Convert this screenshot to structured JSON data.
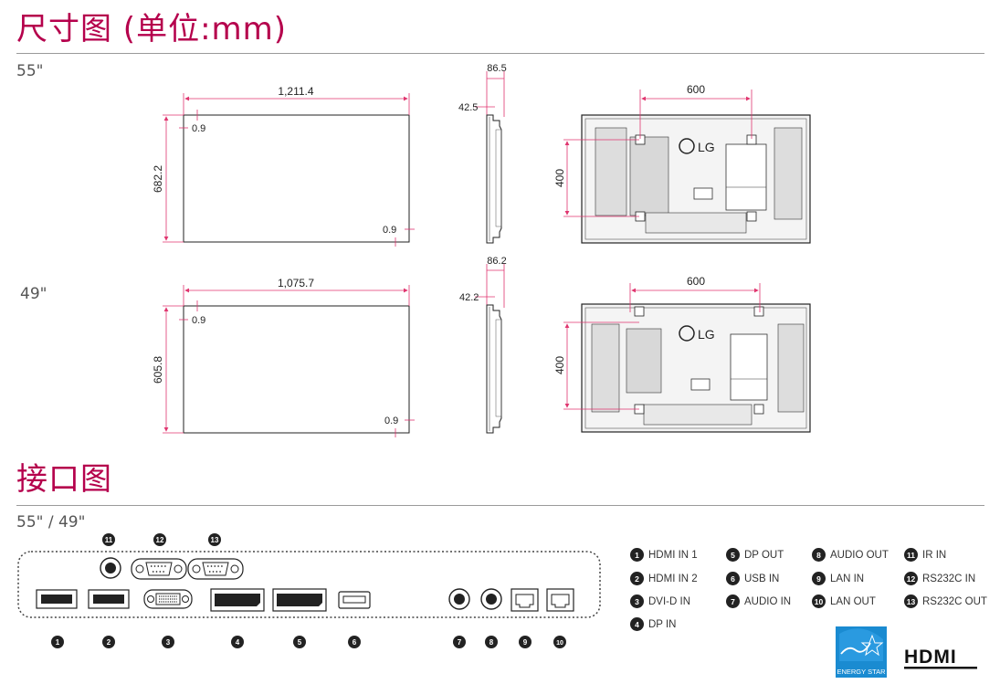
{
  "section_dimensions": {
    "title": "尺寸图 (单位:mm)"
  },
  "section_ports": {
    "title": "接口图"
  },
  "model55": {
    "label": "55\"",
    "width": "1,211.4",
    "height": "682.2",
    "bezel_top": "0.9",
    "bezel_bottom": "0.9",
    "depth_total": "86.5",
    "depth_panel": "42.5",
    "vesa_h": "600",
    "vesa_v": "400"
  },
  "model49": {
    "label": "49\"",
    "width": "1,075.7",
    "height": "605.8",
    "bezel_top": "0.9",
    "bezel_bottom": "0.9",
    "depth_total": "86.2",
    "depth_panel": "42.2",
    "vesa_h": "600",
    "vesa_v": "400"
  },
  "ports": {
    "label": "55\" / 49\"",
    "numbers": [
      "1",
      "2",
      "3",
      "4",
      "5",
      "6",
      "7",
      "8",
      "9",
      "10",
      "11",
      "12",
      "13"
    ],
    "legend": [
      {
        "n": "1",
        "text": "HDMI IN 1"
      },
      {
        "n": "2",
        "text": "HDMI IN 2"
      },
      {
        "n": "3",
        "text": "DVI-D IN"
      },
      {
        "n": "4",
        "text": "DP IN"
      },
      {
        "n": "5",
        "text": "DP OUT"
      },
      {
        "n": "6",
        "text": "USB IN"
      },
      {
        "n": "7",
        "text": "AUDIO IN"
      },
      {
        "n": "8",
        "text": "AUDIO OUT"
      },
      {
        "n": "9",
        "text": "LAN IN"
      },
      {
        "n": "10",
        "text": "LAN OUT"
      },
      {
        "n": "11",
        "text": "IR IN"
      },
      {
        "n": "12",
        "text": "RS232C IN"
      },
      {
        "n": "13",
        "text": "RS232C OUT"
      }
    ]
  },
  "brand": {
    "lg": "LG",
    "energy_star": "ENERGY STAR",
    "hdmi": "HDMI"
  },
  "colors": {
    "accent": "#b5004c",
    "dimension_line": "#e0356f"
  }
}
